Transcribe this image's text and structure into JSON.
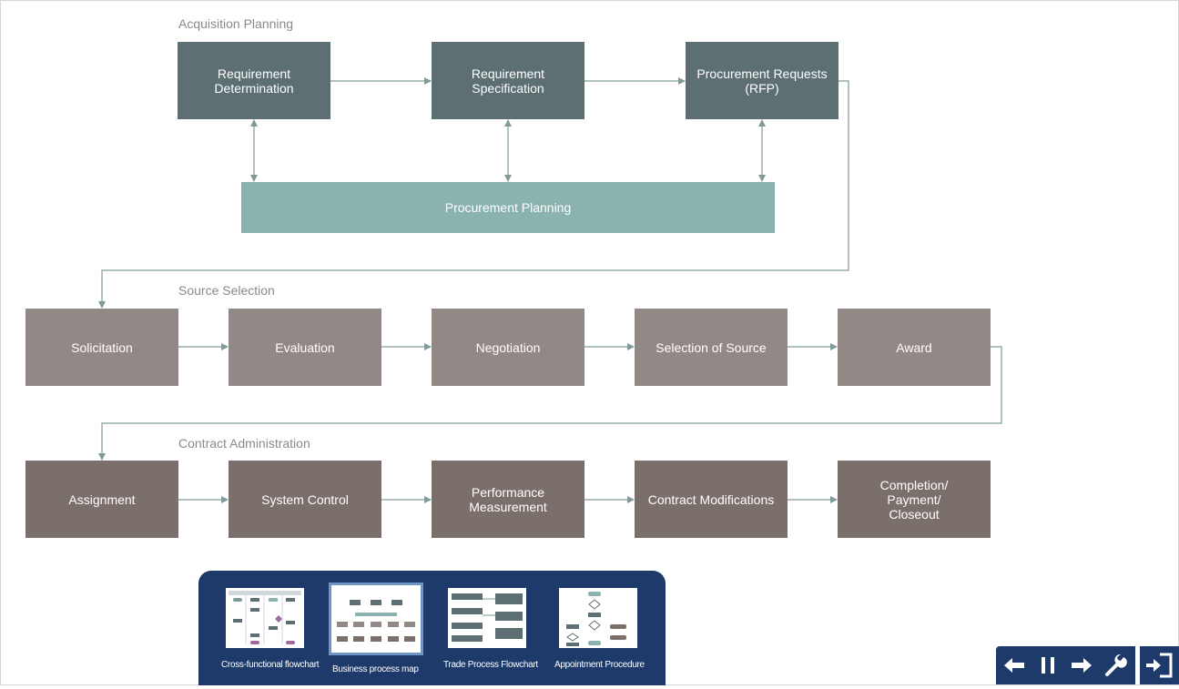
{
  "diagram": {
    "sections": {
      "acquisition": "Acquisition Planning",
      "source": "Source Selection",
      "contract": "Contract Administration"
    },
    "acquisition_boxes": [
      "Requirement\nDetermination",
      "Requirement\nSpecification",
      "Procurement Requests\n(RFP)"
    ],
    "planning_box": "Procurement Planning",
    "source_boxes": [
      "Solicitation",
      "Evaluation",
      "Negotiation",
      "Selection of Source",
      "Award"
    ],
    "contract_boxes": [
      "Assignment",
      "System Control",
      "Performance\nMeasurement",
      "Contract Modifications",
      "Completion/\nPayment/\nCloseout"
    ],
    "colors": {
      "acquisition": "#5d6f72",
      "planning": "#8ab2af",
      "source": "#928885",
      "contract": "#7a6f6b",
      "connector": "#7f9a99"
    }
  },
  "thumbnail_panel": {
    "items": [
      {
        "label": "Cross-functional flowchart",
        "selected": false
      },
      {
        "label": "Business process map",
        "selected": true
      },
      {
        "label": "Trade Process Flowchart",
        "selected": false
      },
      {
        "label": "Appointment Procedure",
        "selected": false
      }
    ]
  },
  "toolbar": {
    "buttons": [
      "arrow-left-icon",
      "pause-icon",
      "arrow-right-icon",
      "wrench-icon"
    ],
    "exit": "exit-icon"
  }
}
